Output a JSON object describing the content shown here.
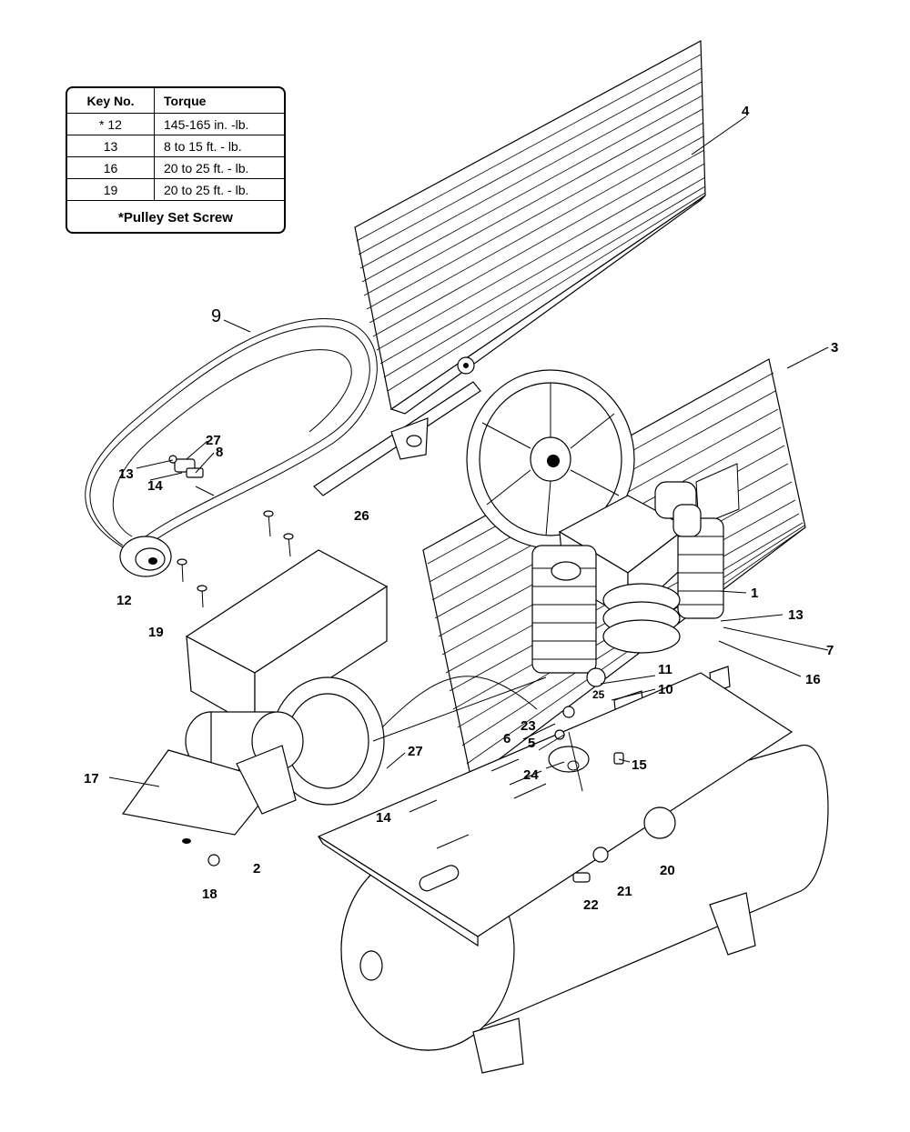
{
  "torque_table": {
    "header": {
      "key": "Key No.",
      "torque": "Torque"
    },
    "rows": [
      {
        "key": "* 12",
        "torque": "145-165 in. -lb."
      },
      {
        "key": "13",
        "torque": "8 to 15 ft. - lb."
      },
      {
        "key": "16",
        "torque": "20 to 25 ft. - lb."
      },
      {
        "key": "19",
        "torque": "20 to 25 ft. - lb."
      }
    ],
    "note": "*Pulley Set Screw"
  },
  "callouts": {
    "c1": "1",
    "c2": "2",
    "c3": "3",
    "c4": "4",
    "c5": "5",
    "c6": "6",
    "c7": "7",
    "c8": "8",
    "c9": "9",
    "c10": "10",
    "c11": "11",
    "c12": "12",
    "c13a": "13",
    "c13b": "13",
    "c14a": "14",
    "c14b": "14",
    "c15": "15",
    "c16": "16",
    "c17": "17",
    "c18": "18",
    "c19": "19",
    "c20": "20",
    "c21": "21",
    "c22": "22",
    "c23": "23",
    "c24": "24",
    "c25": "25",
    "c26": "26",
    "c27a": "27",
    "c27b": "27"
  }
}
